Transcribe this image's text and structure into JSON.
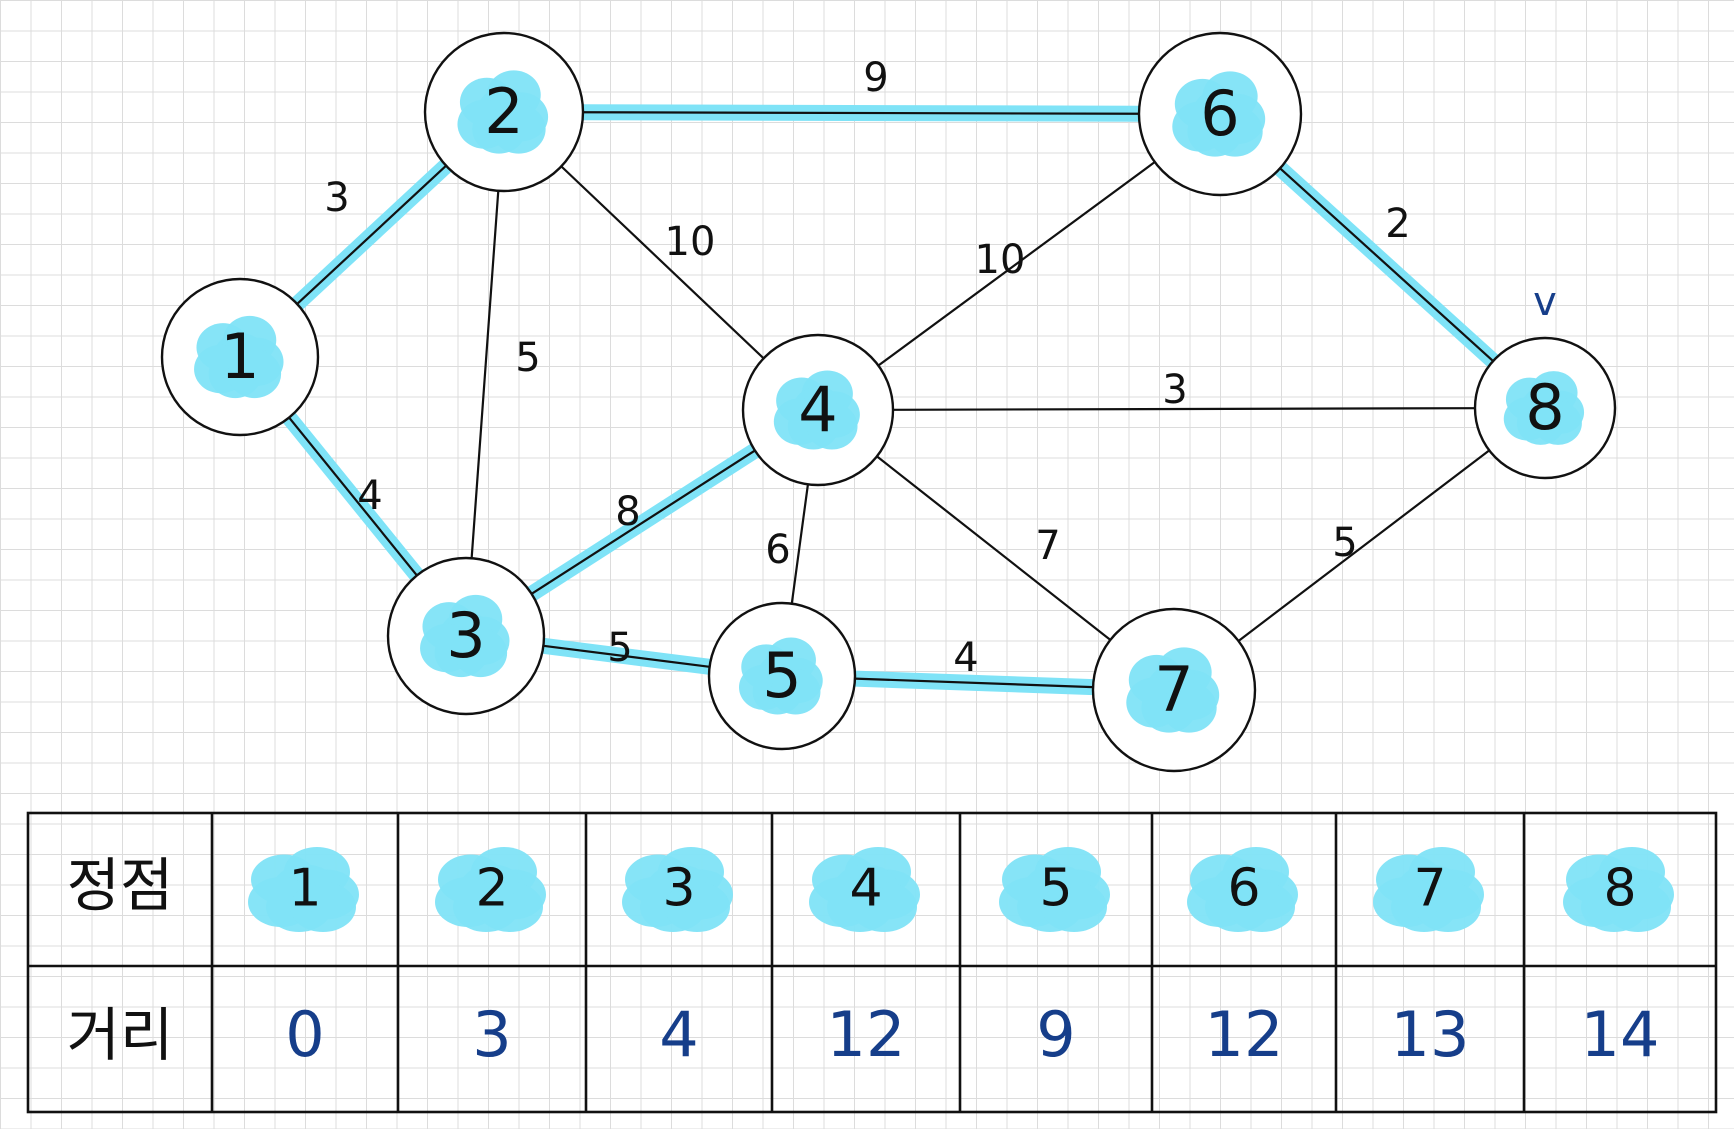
{
  "graph": {
    "nodes": [
      {
        "id": "1",
        "label": "1",
        "highlighted": true
      },
      {
        "id": "2",
        "label": "2",
        "highlighted": true
      },
      {
        "id": "3",
        "label": "3",
        "highlighted": true
      },
      {
        "id": "4",
        "label": "4",
        "highlighted": true
      },
      {
        "id": "5",
        "label": "5",
        "highlighted": true
      },
      {
        "id": "6",
        "label": "6",
        "highlighted": true
      },
      {
        "id": "7",
        "label": "7",
        "highlighted": true
      },
      {
        "id": "8",
        "label": "8",
        "highlighted": true
      }
    ],
    "edges": [
      {
        "from": "1",
        "to": "2",
        "weight": "3",
        "highlighted": true
      },
      {
        "from": "1",
        "to": "3",
        "weight": "4",
        "highlighted": true
      },
      {
        "from": "2",
        "to": "3",
        "weight": "5",
        "highlighted": false
      },
      {
        "from": "2",
        "to": "4",
        "weight": "10",
        "highlighted": false
      },
      {
        "from": "2",
        "to": "6",
        "weight": "9",
        "highlighted": true
      },
      {
        "from": "3",
        "to": "4",
        "weight": "8",
        "highlighted": true
      },
      {
        "from": "3",
        "to": "5",
        "weight": "5",
        "highlighted": true
      },
      {
        "from": "4",
        "to": "5",
        "weight": "6",
        "highlighted": false
      },
      {
        "from": "4",
        "to": "6",
        "weight": "10",
        "highlighted": false
      },
      {
        "from": "4",
        "to": "7",
        "weight": "7",
        "highlighted": false
      },
      {
        "from": "4",
        "to": "8",
        "weight": "3",
        "highlighted": false
      },
      {
        "from": "5",
        "to": "7",
        "weight": "4",
        "highlighted": true
      },
      {
        "from": "6",
        "to": "8",
        "weight": "2",
        "highlighted": true
      },
      {
        "from": "7",
        "to": "8",
        "weight": "5",
        "highlighted": false
      }
    ],
    "marker": {
      "node": "8",
      "text": "v"
    }
  },
  "table": {
    "row_headers": [
      "정점",
      "거리"
    ],
    "vertices": [
      "1",
      "2",
      "3",
      "4",
      "5",
      "6",
      "7",
      "8"
    ],
    "distances": [
      "0",
      "3",
      "4",
      "12",
      "9",
      "12",
      "13",
      "14"
    ]
  },
  "colors": {
    "highlight": "#7fe3f7",
    "ink": "#111111",
    "distance_ink": "#163e8a"
  }
}
